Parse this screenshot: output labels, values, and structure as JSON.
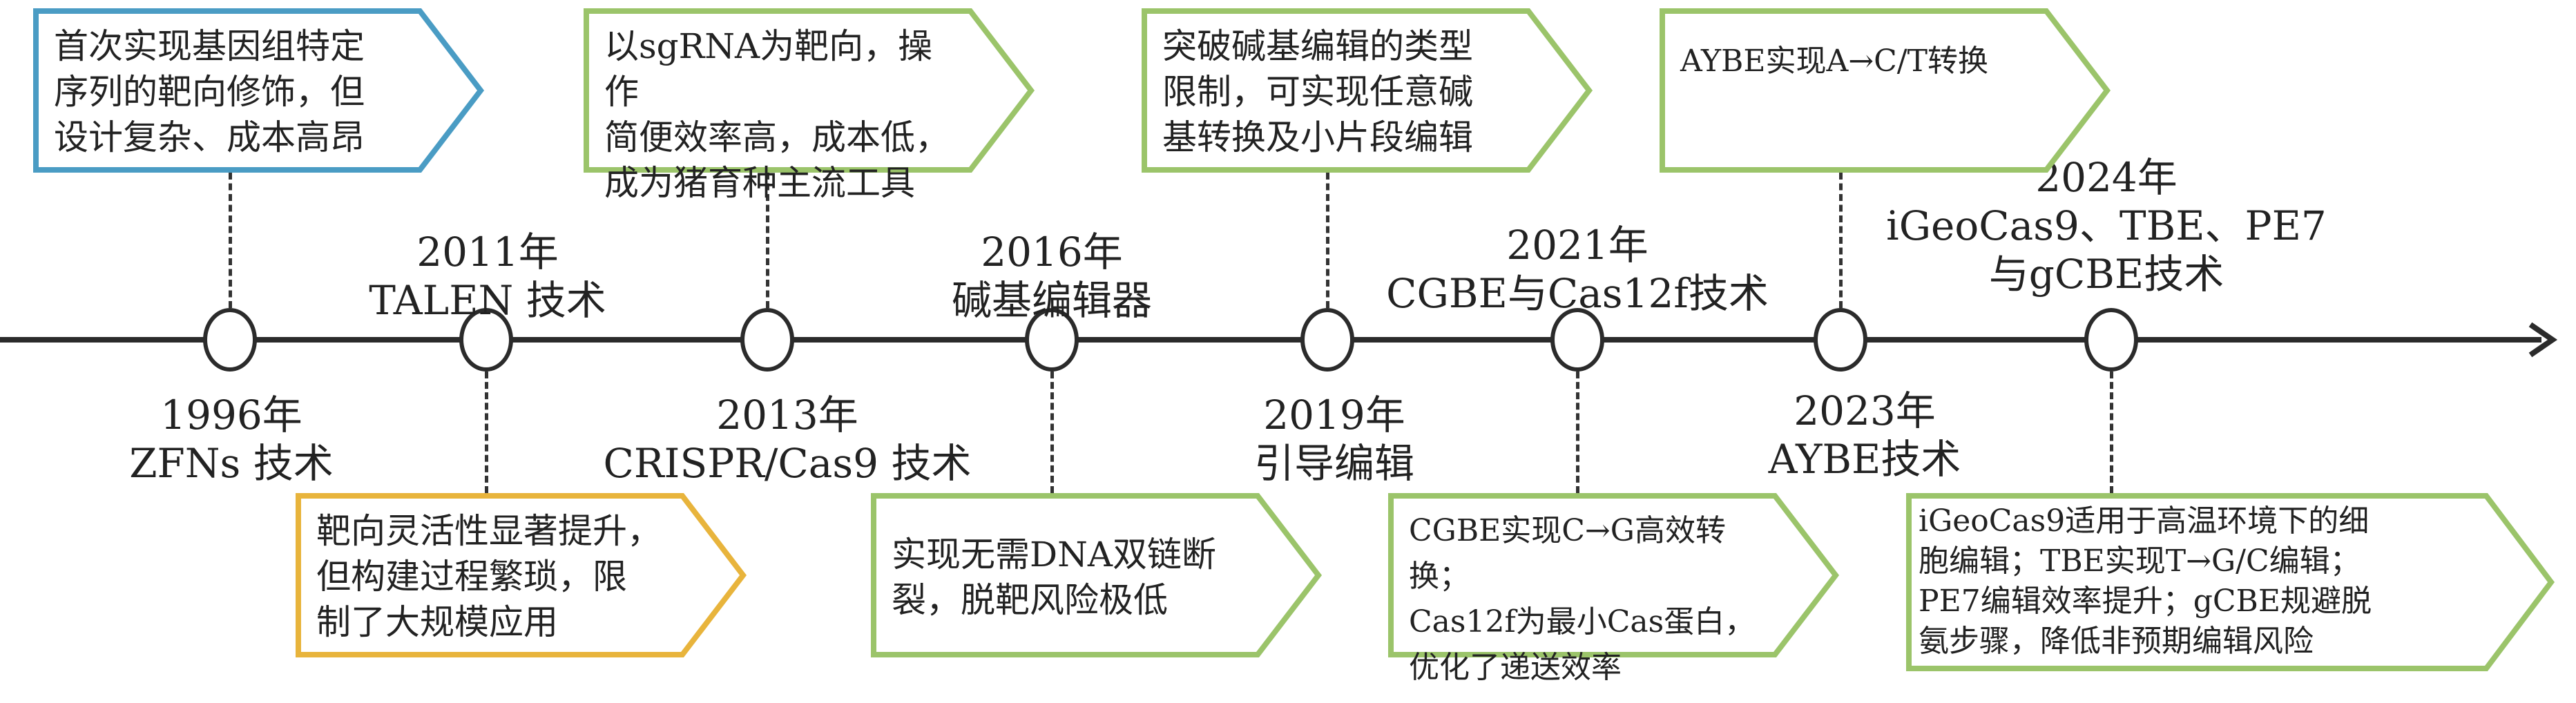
{
  "colors": {
    "blue": "#4a9cc4",
    "green": "#9bc46a",
    "orange": "#e8b43c",
    "axis": "#2b2b2b"
  },
  "events": [
    {
      "year": "1996年",
      "tech": "ZFNs 技术",
      "note": "首次实现基因组特定\n序列的靶向修饰，但\n设计复杂、成本高昂"
    },
    {
      "year": "2011年",
      "tech": "TALEN 技术",
      "note": "靶向灵活性显著提升，\n但构建过程繁琐，限\n制了大规模应用"
    },
    {
      "year": "2013年",
      "tech": "CRISPR/Cas9 技术",
      "note": "以sgRNA为靶向，操作\n简便效率高，成本低，\n成为猪育种主流工具"
    },
    {
      "year": "2016年",
      "tech": "碱基编辑器",
      "note": "实现无需DNA双链断\n裂，脱靶风险极低"
    },
    {
      "year": "2019年",
      "tech": "引导编辑",
      "note": "突破碱基编辑的类型\n限制，可实现任意碱\n基转换及小片段编辑"
    },
    {
      "year": "2021年",
      "tech": "CGBE与Cas12f技术",
      "note": "CGBE实现C→G高效转换；\nCas12f为最小Cas蛋白，\n优化了递送效率"
    },
    {
      "year": "2023年",
      "tech": "AYBE技术",
      "note": "AYBE实现A→C/T转换"
    },
    {
      "year": "2024年",
      "tech": "iGeoCas9、TBE、PE7\n与gCBE技术",
      "note": "iGeoCas9适用于高温环境下的细\n胞编辑；TBE实现T→G/C编辑；\nPE7编辑效率提升；gCBE规避脱\n氨步骤，降低非预期编辑风险"
    }
  ]
}
